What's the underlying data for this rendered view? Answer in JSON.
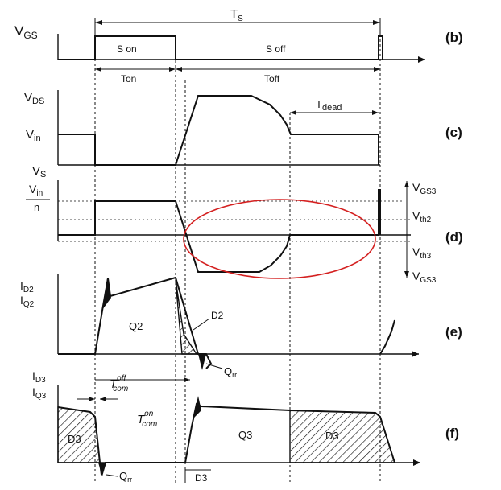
{
  "labels": {
    "vgs_main": "V",
    "vgs_sub": "GS",
    "ts_main": "T",
    "ts_sub": "S",
    "s_on": "S on",
    "s_off": "S off",
    "ton": "Ton",
    "toff": "Toff",
    "vds_main": "V",
    "vds_sub": "DS",
    "vin_main": "V",
    "vin_sub": "in",
    "tdead_main": "T",
    "tdead_sub": "dead",
    "vs_main": "V",
    "vs_sub": "S",
    "vin_over_n_top": "V",
    "vin_over_n_sub": "in",
    "vin_over_n_bot": "n",
    "vgs3_main": "V",
    "vgs3_sub": "GS3",
    "vth2_main": "V",
    "vth2_sub": "th2",
    "vth3_main": "V",
    "vth3_sub": "th3",
    "vgs3b_main": "V",
    "vgs3b_sub": "GS3",
    "id2_main": "I",
    "id2_sub": "D2",
    "iq2_main": "I",
    "iq2_sub": "Q2",
    "q2": "Q2",
    "d2": "D2",
    "qrr_main": "Q",
    "qrr_sub": "rr",
    "id3_main": "I",
    "id3_sub": "D3",
    "iq3_main": "I",
    "iq3_sub": "Q3",
    "tcom_off_main": "T",
    "tcom_off_sup": "off",
    "tcom_off_sub": "com",
    "tcom_on_main": "T",
    "tcom_on_sup": "on",
    "tcom_on_sub": "com",
    "d3_left": "D3",
    "q3": "Q3",
    "d3_right": "D3",
    "d3_bottom": "D3",
    "qrr2_main": "Q",
    "qrr2_sub": "rr"
  },
  "panels": {
    "b": "(b)",
    "c": "(c)",
    "d": "(d)",
    "e": "(e)",
    "f": "(f)"
  },
  "colors": {
    "ink": "#111111",
    "highlight_ellipse": "#d42020"
  }
}
